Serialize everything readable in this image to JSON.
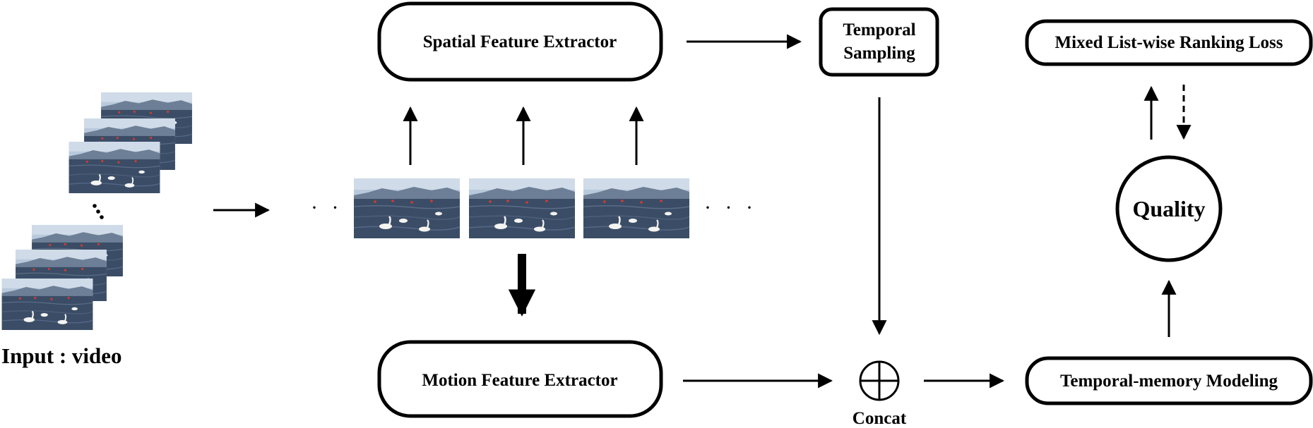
{
  "diagram": {
    "input_label": "Input : video",
    "spatial_extractor": "Spatial Feature Extractor",
    "motion_extractor": "Motion Feature Extractor",
    "temporal_sampling_line1": "Temporal",
    "temporal_sampling_line2": "Sampling",
    "ranking_loss": "Mixed List-wise Ranking Loss",
    "quality": "Quality",
    "temporal_memory": "Temporal-memory Modeling",
    "concat_label": "Concat",
    "ellipsis_left": "· · ·",
    "ellipsis_right": "· · ·"
  },
  "colors": {
    "stroke": "#000000",
    "sky": "#b9c9dc",
    "mountain": "#6d7f96",
    "water": "#3b4d66",
    "swan": "#f4f4f2",
    "buoy": "#d63a2e"
  }
}
